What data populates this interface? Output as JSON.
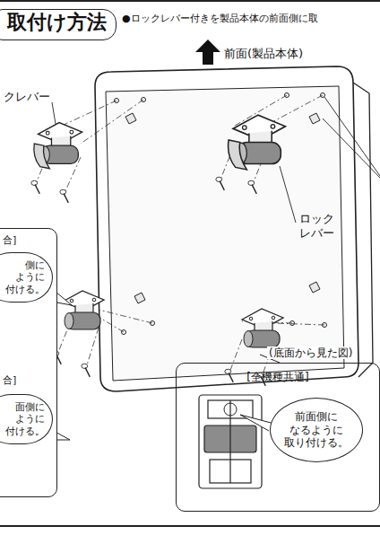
{
  "diagram": {
    "nodes": [
      {
        "text": [
          "取付け方法"
        ]
      },
      {
        "text": [
          "合]",
          "合]"
        ]
      },
      {
        "text": [
          "側に ように 付ける。"
        ],
        "in": 1
      },
      {
        "text": [
          "面側に ように 付ける。"
        ],
        "in": 1
      },
      {
        "text": [
          "[全機種共通]"
        ]
      },
      {
        "text": [
          "前面側に なるように 取り付ける。"
        ],
        "in": 4
      }
    ],
    "labels": [
      "●ロックレバー付きを製品本体の前面側に取",
      "前面(製品本体)",
      "クレバー",
      "ロック レバー",
      "(底面から見た図)"
    ]
  }
}
